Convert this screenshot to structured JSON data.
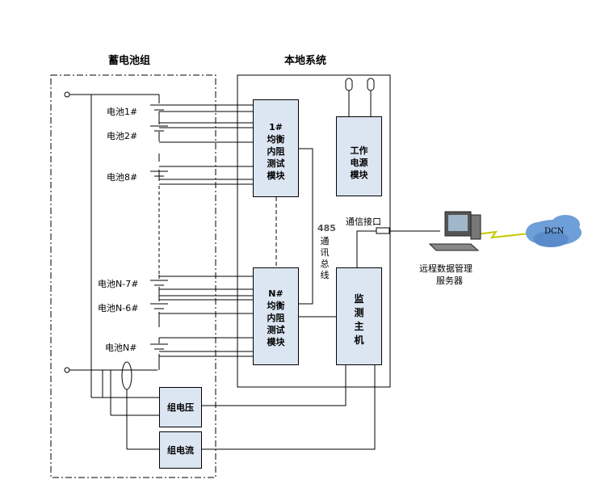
{
  "titles": {
    "battery_group": "蓄电池组",
    "local_system": "本地系统"
  },
  "batteries": [
    {
      "label": "电池1#"
    },
    {
      "label": "电池2#"
    },
    {
      "label": "电池8#"
    },
    {
      "label": "电池N-7#"
    },
    {
      "label": "电池N-6#"
    },
    {
      "label": "电池N#"
    }
  ],
  "modules": {
    "module_1": [
      "1#",
      "均衡",
      "内阻",
      "测试",
      "模块"
    ],
    "module_n": [
      "N#",
      "均衡",
      "内阻",
      "测试",
      "模块"
    ],
    "power_supply": [
      "工作",
      "电源",
      "模块"
    ],
    "monitor_host": [
      "监",
      "测",
      "主",
      "机"
    ],
    "group_voltage": "组电压",
    "group_current": "组电流"
  },
  "bus": {
    "number": "485",
    "chars": [
      "通",
      "讯",
      "总",
      "线"
    ]
  },
  "comm_port": "通信接口",
  "server": {
    "line1": "远程数据管理",
    "line2": "服务器"
  },
  "cloud": "DCN",
  "colors": {
    "box_fill": "#dce6f2",
    "lightning": "#ffff00",
    "cloud_fill": "#6f9fd8"
  }
}
